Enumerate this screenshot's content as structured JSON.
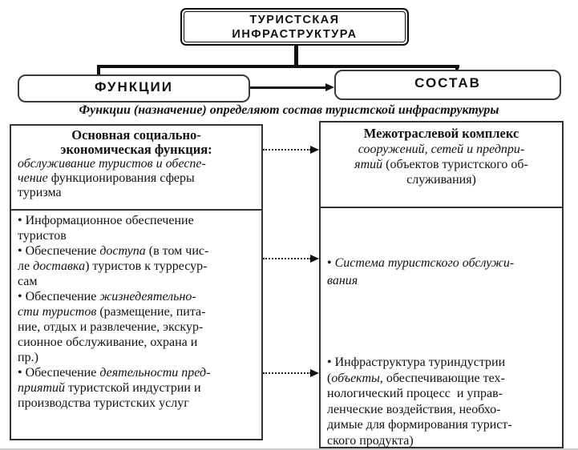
{
  "colors": {
    "ink": "#111111",
    "line": "#2b2b2b",
    "panel_border": "#333333"
  },
  "root_box": {
    "label": "ТУРИСТСКАЯ\nИНФРАСТРУКТУРА"
  },
  "function_box": {
    "label": "ФУНКЦИИ"
  },
  "composition_box": {
    "label": "СОСТАВ"
  },
  "caption": "Функции (назначение) определяют состав туристской инфраструктуры",
  "left_panel": {
    "title": "Основная социально-\nэкономическая функция:",
    "subtitle": [
      {
        "t": "обслуживание туристов и обеспе-\nчение",
        "i": true
      },
      {
        "t": " функционирования сферы\nтуризма"
      }
    ],
    "bullets": [
      [
        {
          "t": "• Информационное обеспечение\nтуристов"
        }
      ],
      [
        {
          "t": "• Обеспечение "
        },
        {
          "t": "доступа",
          "i": true
        },
        {
          "t": " (в том чис-\nле "
        },
        {
          "t": "доставка",
          "i": true
        },
        {
          "t": ") туристов к турресур-\nсам"
        }
      ],
      [
        {
          "t": "• Обеспечение "
        },
        {
          "t": "жизнедеятельно-\nсти туристов",
          "i": true
        },
        {
          "t": " (размещение, пита-\nние, отдых и развлечение, экскур-\nсионное обслуживание, охрана и\nпр.)"
        }
      ],
      [
        {
          "t": "• Обеспечение "
        },
        {
          "t": "деятельности пред-\nприятий",
          "i": true
        },
        {
          "t": " туристской индустрии и\nпроизводства туристских услуг"
        }
      ]
    ]
  },
  "right_panel": {
    "header": [
      {
        "t": "Межотраслевой комплекс",
        "b": true
      },
      {
        "t": "\n"
      },
      {
        "t": "сооружений, сетей и предпри-\nятий",
        "i": true
      },
      {
        "t": " (объектов туристского об-\nслуживания)"
      }
    ],
    "bullets": [
      [
        {
          "t": "• "
        },
        {
          "t": "Система туристского обслужи-\nвания",
          "i": true
        }
      ],
      [
        {
          "t": "• Инфраструктура туриндустрии\n("
        },
        {
          "t": "объекты",
          "i": true
        },
        {
          "t": ", обеспечивающие тех-\nнологический процесс  и управ-\nленческие воздействия, необхо-\nдимые для формирования турист-\nского продукта)"
        }
      ]
    ]
  }
}
